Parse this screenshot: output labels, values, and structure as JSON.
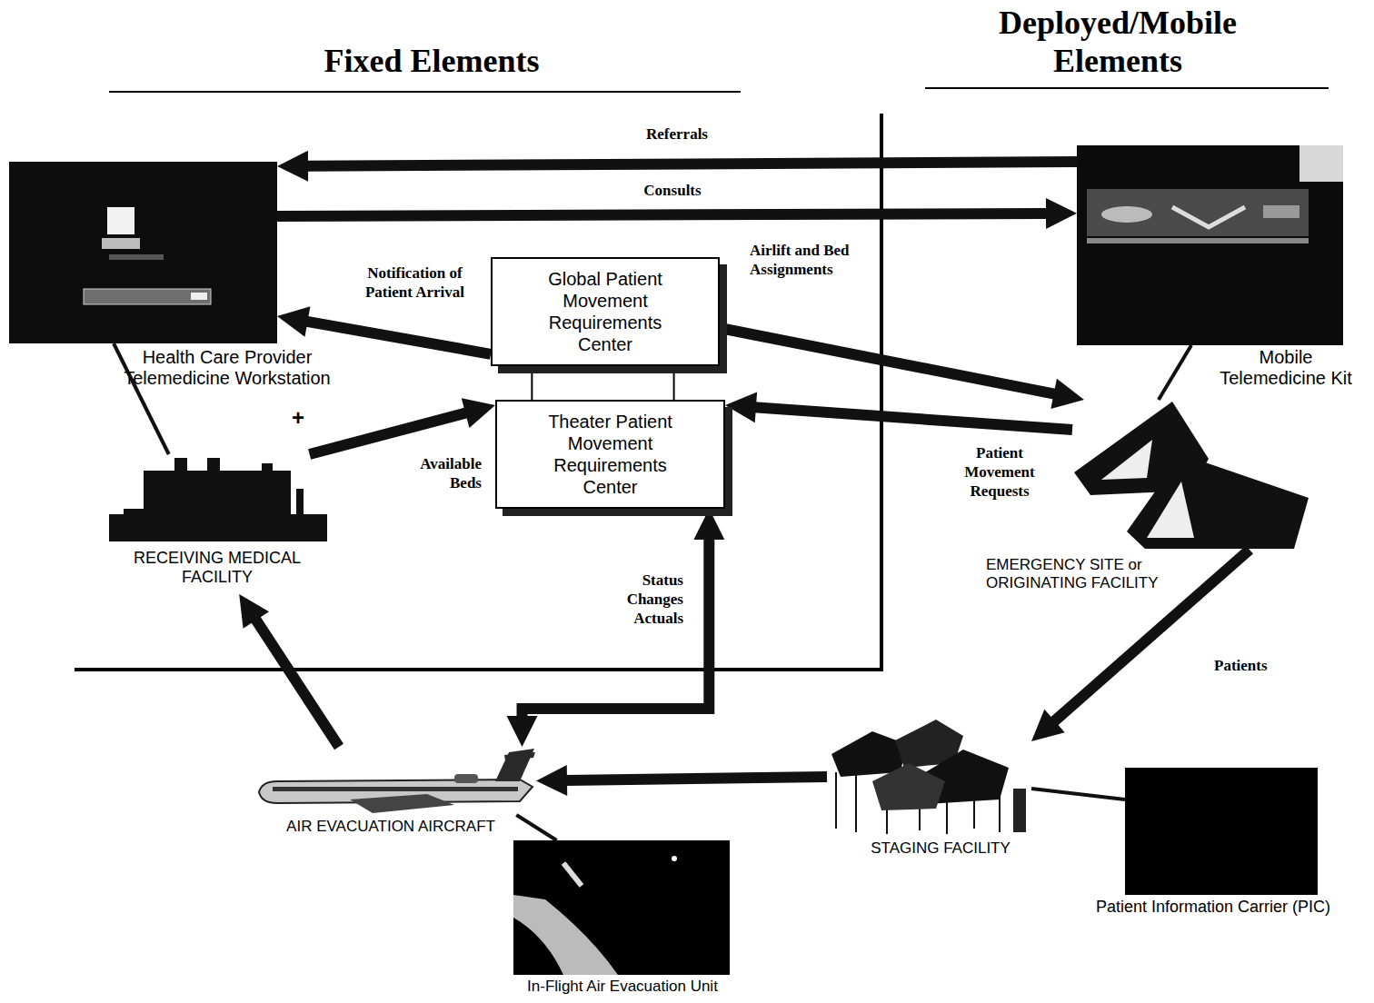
{
  "diagram": {
    "nodes": [
      {
        "text": [
          "Health Care Provider Telemedicine Workstation"
        ]
      },
      {
        "text": [
          "Global Patient Movement Requirements Center"
        ]
      },
      {
        "text": [
          "Theater Patient Movement Requirements Center"
        ]
      },
      {
        "text": [
          "Mobile Telemedicine Kit"
        ]
      },
      {
        "text": [
          "RECEIVING MEDICAL FACILITY"
        ]
      },
      {
        "text": [
          "EMERGENCY SITE or ORIGINATING FACILITY"
        ]
      },
      {
        "text": [
          "AIR EVACUATION AIRCRAFT"
        ]
      },
      {
        "text": [
          "STAGING FACILITY"
        ]
      },
      {
        "text": [
          "In-Flight Air Evacuation Unit"
        ]
      },
      {
        "text": [
          "Patient Information Carrier (PIC)"
        ]
      }
    ],
    "edges": [
      {
        "from": 3,
        "to": 0,
        "label": "Referrals",
        "arrow": "to"
      },
      {
        "from": 0,
        "to": 3,
        "label": "Consults",
        "arrow": "to"
      },
      {
        "from": 1,
        "to": 0,
        "label": "Notification of Patient Arrival",
        "arrow": "to"
      },
      {
        "from": 4,
        "to": 2,
        "label": "Available Beds",
        "arrow": "to"
      },
      {
        "from": 1,
        "to": 5,
        "label": "Airlift and Bed Assignments",
        "arrow": "to"
      },
      {
        "from": 5,
        "to": 2,
        "label": "Patient Movement Requests",
        "arrow": "to"
      },
      {
        "from": 2,
        "to": 6,
        "label": "Status Changes Actuals",
        "arrow": "both"
      },
      {
        "from": 5,
        "to": 7,
        "label": "Patients",
        "arrow": "to"
      },
      {
        "from": 7,
        "to": 6,
        "arrow": "to"
      },
      {
        "from": 6,
        "to": 4,
        "arrow": "to"
      },
      {
        "from": 1,
        "to": 2,
        "arrow": "none"
      },
      {
        "from": 0,
        "to": 4,
        "arrow": "none"
      },
      {
        "from": 3,
        "to": 5,
        "arrow": "none"
      },
      {
        "from": 6,
        "to": 8,
        "arrow": "none"
      },
      {
        "from": 9,
        "to": 7,
        "arrow": "none"
      }
    ],
    "labels": [
      "Fixed Elements",
      "Deployed/Mobile Elements",
      "+"
    ]
  }
}
